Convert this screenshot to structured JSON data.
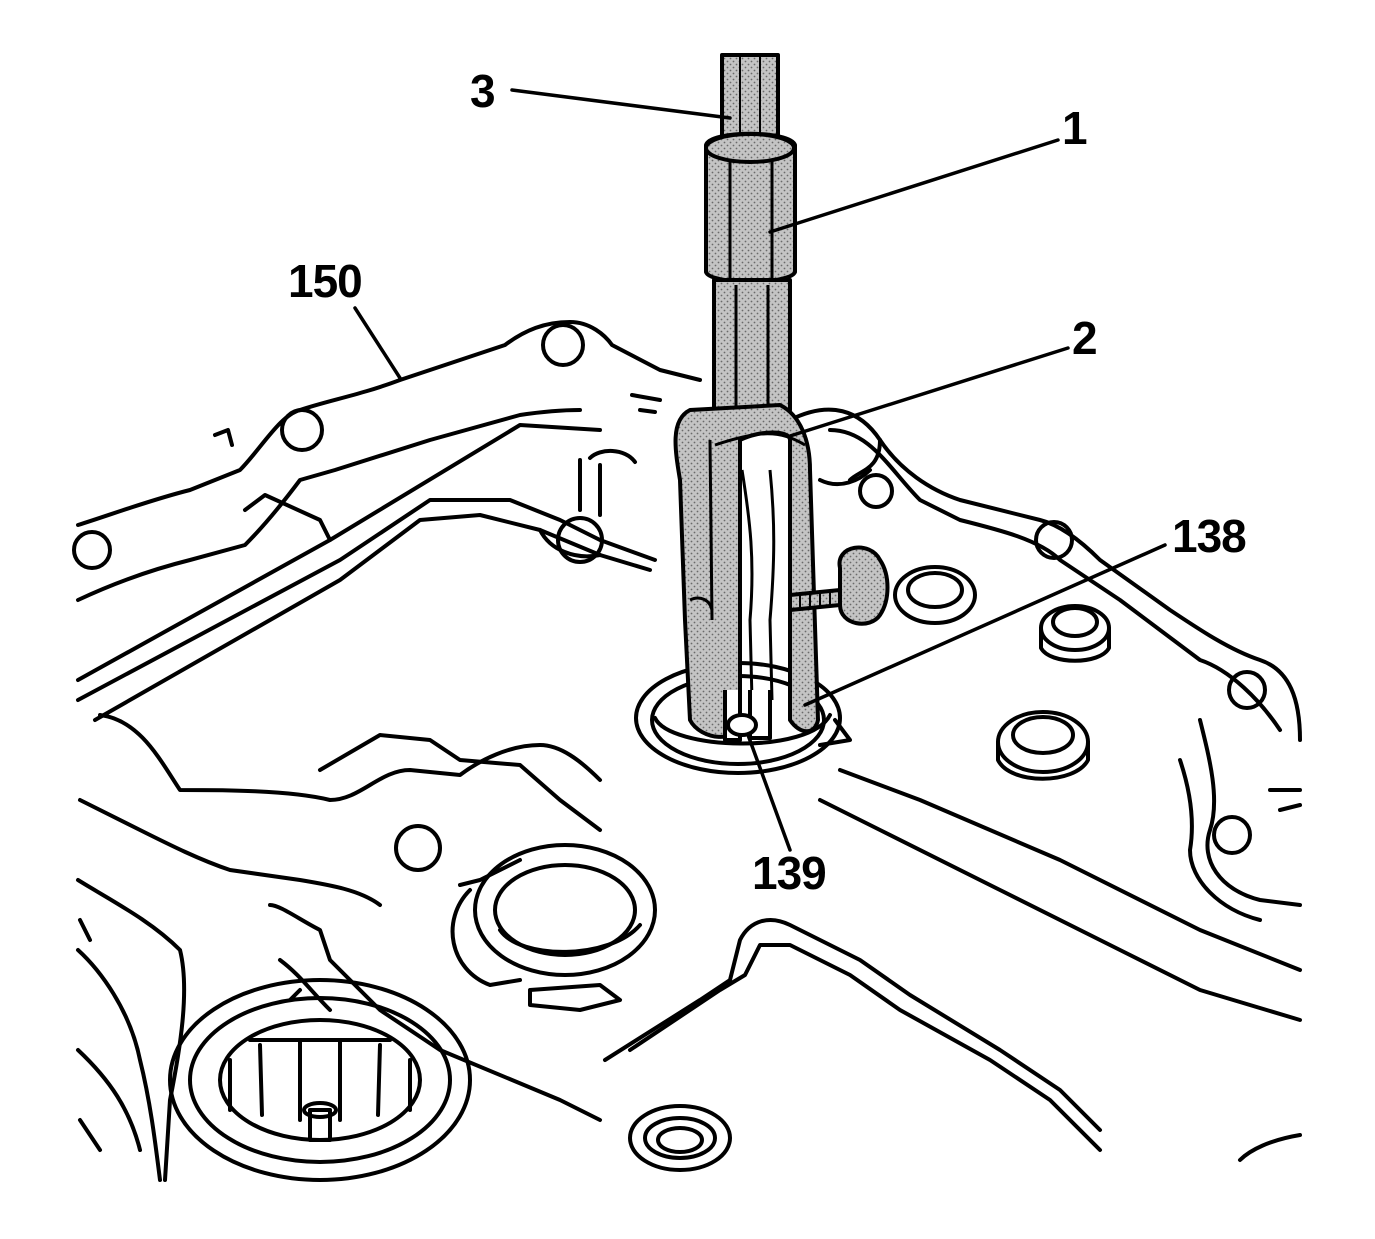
{
  "diagram": {
    "line_color": "#000000",
    "tool_fill_color": "#b8b8b8",
    "background_color": "#ffffff",
    "callouts": [
      {
        "id": "c3",
        "text": "3"
      },
      {
        "id": "c1",
        "text": "1"
      },
      {
        "id": "c150",
        "text": "150"
      },
      {
        "id": "c2",
        "text": "2"
      },
      {
        "id": "c138",
        "text": "138"
      },
      {
        "id": "c139",
        "text": "139"
      }
    ]
  }
}
